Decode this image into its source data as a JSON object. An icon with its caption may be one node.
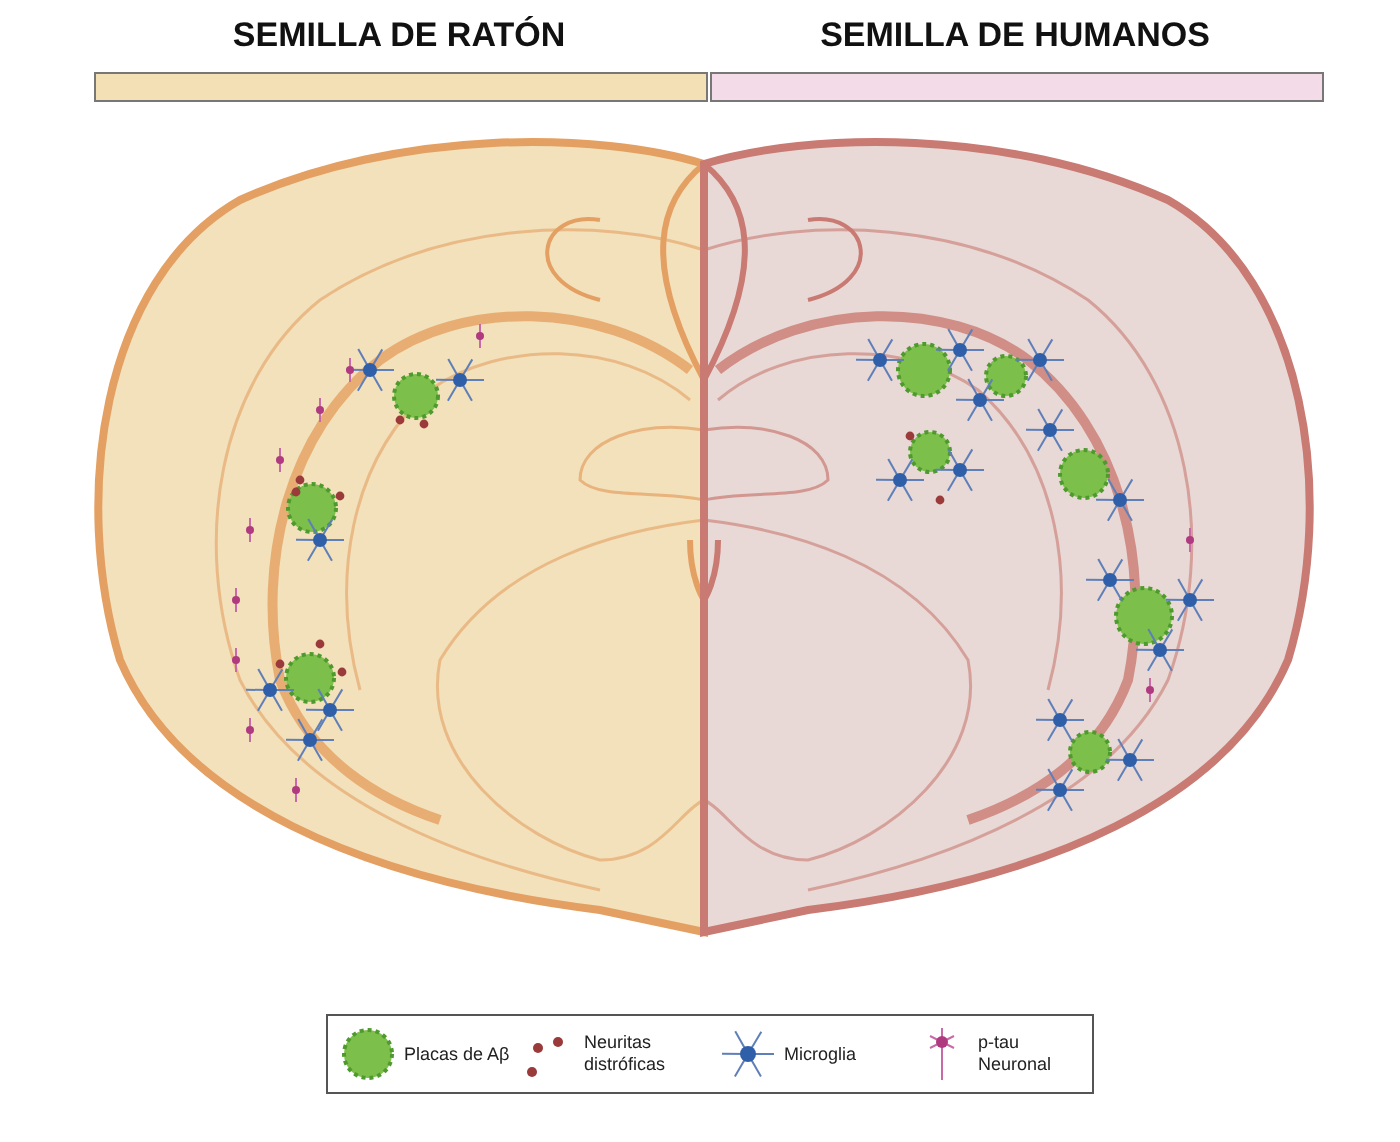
{
  "diagram": {
    "nodes": [
      {
        "text": [],
        "shape": "bar"
      },
      {
        "text": [],
        "shape": "bar"
      }
    ],
    "labels": [
      "SEMILLA DE RATÓN",
      "SEMILLA DE HUMANOS"
    ],
    "legend": [
      {
        "text": "Placas de Aβ"
      },
      {
        "text": "Neuritas distróficas"
      },
      {
        "text": "Microglia"
      },
      {
        "text": "p-tau Neuronal"
      }
    ]
  }
}
